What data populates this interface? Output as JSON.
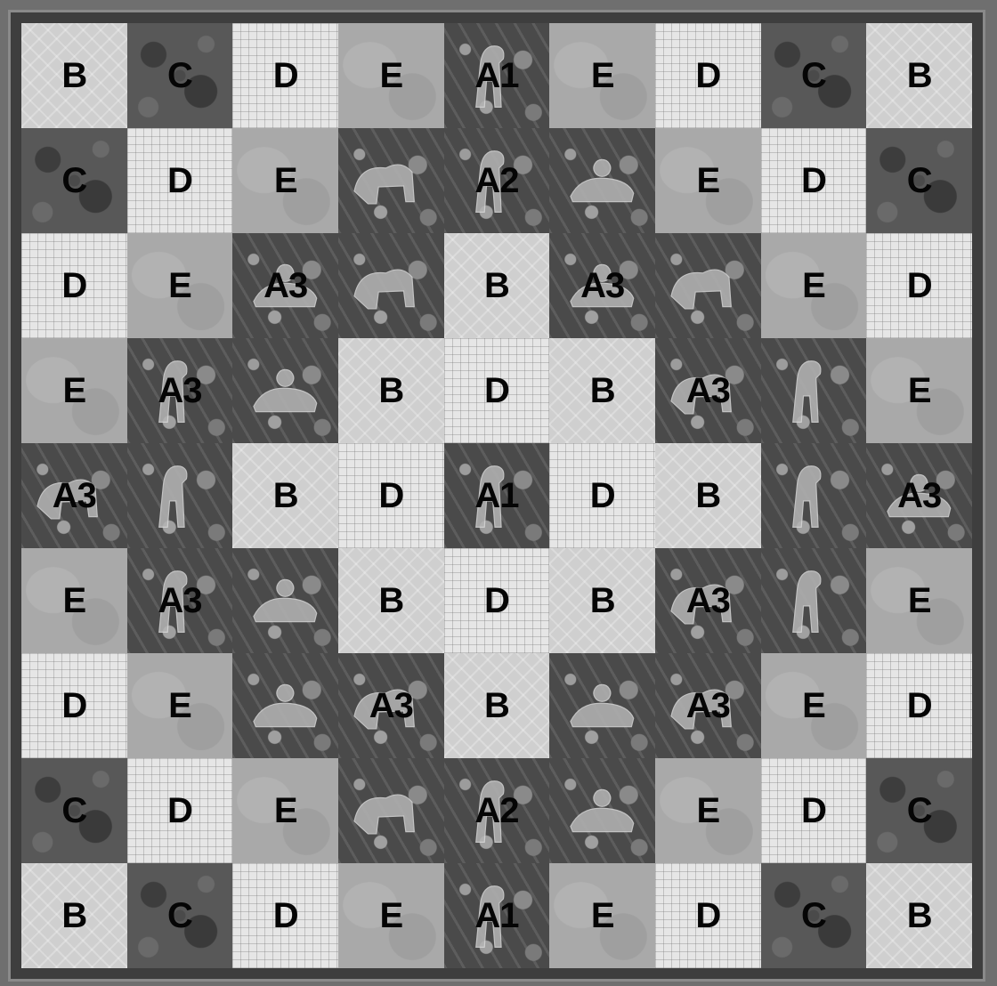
{
  "quilt": {
    "rows": [
      [
        "B",
        "C",
        "D",
        "E",
        "A1",
        "E",
        "D",
        "C",
        "B"
      ],
      [
        "C",
        "D",
        "E",
        "A2",
        "A2",
        "A2",
        "E",
        "D",
        "C"
      ],
      [
        "D",
        "E",
        "A3",
        "A3",
        "B",
        "A3",
        "A3",
        "E",
        "D"
      ],
      [
        "E",
        "A3",
        "A3",
        "B",
        "D",
        "B",
        "A3",
        "A3",
        "E"
      ],
      [
        "A3",
        "A3",
        "B",
        "D",
        "A1",
        "D",
        "B",
        "A3",
        "A3"
      ],
      [
        "E",
        "A3",
        "A3",
        "B",
        "D",
        "B",
        "A3",
        "A3",
        "E"
      ],
      [
        "D",
        "E",
        "A3",
        "A3",
        "B",
        "A3",
        "A3",
        "E",
        "D"
      ],
      [
        "C",
        "D",
        "E",
        "A2",
        "A2",
        "A2",
        "E",
        "D",
        "C"
      ],
      [
        "B",
        "C",
        "D",
        "E",
        "A1",
        "E",
        "D",
        "C",
        "B"
      ]
    ],
    "labels": [
      [
        "B",
        "C",
        "D",
        "E",
        "A1",
        "E",
        "D",
        "C",
        "B"
      ],
      [
        "C",
        "D",
        "E",
        "",
        "A2",
        "",
        "E",
        "D",
        "C"
      ],
      [
        "D",
        "E",
        "A3",
        "",
        "B",
        "A3",
        "",
        "E",
        "D"
      ],
      [
        "E",
        "A3",
        "",
        "B",
        "D",
        "B",
        "A3",
        "",
        "E"
      ],
      [
        "A3",
        "",
        "B",
        "D",
        "A1",
        "D",
        "B",
        "",
        "A3"
      ],
      [
        "E",
        "A3",
        "",
        "B",
        "D",
        "B",
        "A3",
        "",
        "E"
      ],
      [
        "D",
        "E",
        "",
        "A3",
        "B",
        "",
        "A3",
        "E",
        "D"
      ],
      [
        "C",
        "D",
        "E",
        "",
        "A2",
        "",
        "E",
        "D",
        "C"
      ],
      [
        "B",
        "C",
        "D",
        "E",
        "A1",
        "E",
        "D",
        "C",
        "B"
      ]
    ]
  }
}
